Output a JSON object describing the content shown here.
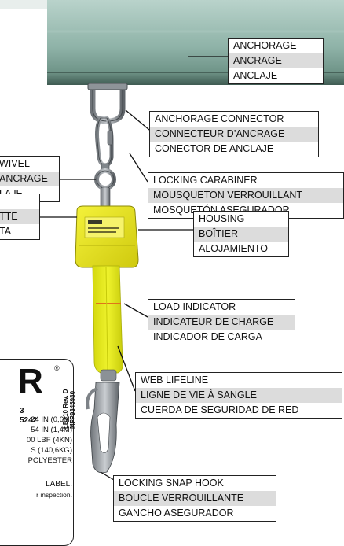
{
  "labels": {
    "anchorage": [
      "ANCHORAGE",
      "ANCRAGE",
      "ANCLAJE"
    ],
    "anchorage_connector": [
      "ANCHORAGE CONNECTOR",
      "CONNECTEUR D’ANCRAGE",
      "CONECTOR DE ANCLAJE"
    ],
    "swivel": [
      "WIVEL",
      "ANCRAGE",
      "LAJE"
    ],
    "locking_carabiner": [
      "LOCKING CARABINER",
      "MOUSQUETON VERROUILLANT",
      "MOSQUETÓN ASEGURADOR"
    ],
    "partial_left": [
      "",
      "TTE",
      "TA"
    ],
    "housing": [
      "HOUSING",
      "BOÎTIER",
      "ALOJAMIENTO"
    ],
    "load_indicator": [
      "LOAD INDICATOR",
      "INDICATEUR DE CHARGE",
      "INDICADOR DE CARGA"
    ],
    "web_lifeline": [
      "WEB LIFELINE",
      "LIGNE DE VIE À SANGLE",
      "CUERDA DE SEGURIDAD DE RED"
    ],
    "locking_snap_hook": [
      "LOCKING SNAP HOOK",
      "BOUCLE VERROUILLANTE",
      "GANCHO ASEGURADOR"
    ]
  },
  "spec_card": {
    "logo_fragment": "R",
    "registered_mark": "®",
    "side_code_1": "LB310 Rev. D",
    "side_code_2": "MFP9345980",
    "model_1": "3",
    "model_2": "5242",
    "specs": [
      "24 IN (0,6M)",
      "54 IN (1,4M)",
      "00 LBF (4KN)",
      "S (140,6KG)",
      "POLYESTER"
    ],
    "footer_1": "LABEL.",
    "footer_2": "r inspection."
  },
  "colors": {
    "beam": "#7fa79c",
    "webbing": "#e6ec1a",
    "housing": "#e9e61c",
    "metal": "#9a9fa4",
    "label_shade": "#dcdcdc"
  }
}
